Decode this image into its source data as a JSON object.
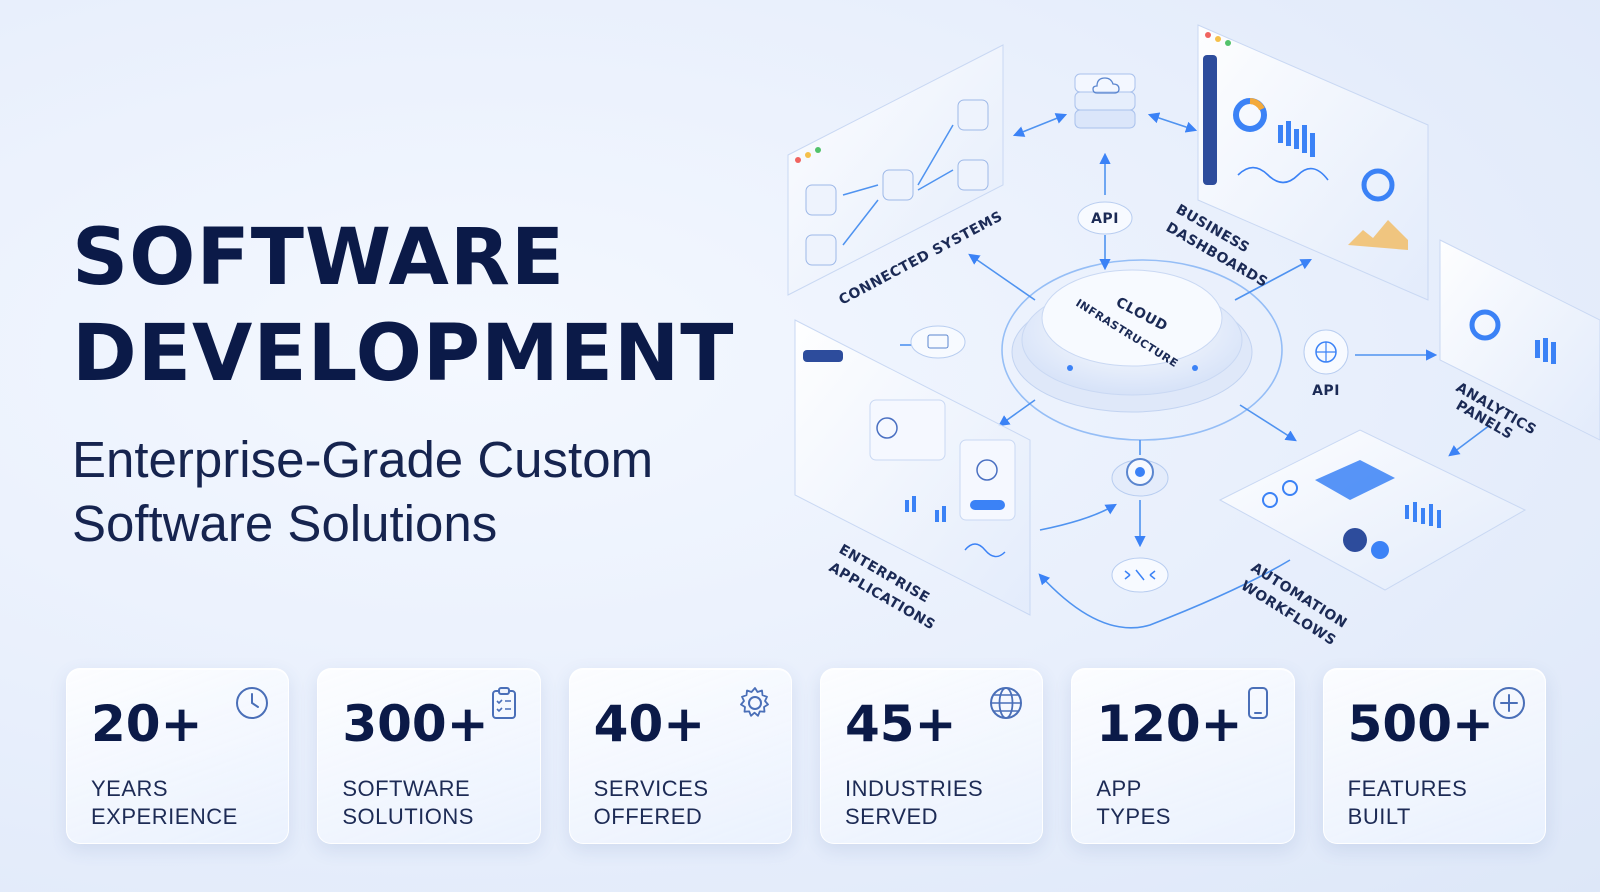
{
  "hero": {
    "title_line1": "SOFTWARE",
    "title_line2": "DEVELOPMENT",
    "subtitle_line1": "Enterprise-Grade Custom",
    "subtitle_line2": "Software Solutions"
  },
  "diagram": {
    "center_line1": "CLOUD",
    "center_line2": "INFRASTRUCTURE",
    "api_top": "API",
    "api_right": "API",
    "connected_systems": "CONNECTED SYSTEMS",
    "business_line1": "BUSINESS",
    "business_line2": "DASHBOARDS",
    "analytics_line1": "ANALYTICS",
    "analytics_line2": "PANELS",
    "enterprise_line1": "ENTERPRISE",
    "enterprise_line2": "APPLICATIONS",
    "automation_line1": "AUTOMATION",
    "automation_line2": "WORKFLOWS"
  },
  "stats": [
    {
      "value": "20+",
      "label": "YEARS\nEXPERIENCE",
      "icon": "clock-icon"
    },
    {
      "value": "300+",
      "label": "SOFTWARE\nSOLUTIONS",
      "icon": "clipboard-icon"
    },
    {
      "value": "40+",
      "label": "SERVICES\nOFFERED",
      "icon": "gear-icon"
    },
    {
      "value": "45+",
      "label": "INDUSTRIES\nSERVED",
      "icon": "globe-icon"
    },
    {
      "value": "120+",
      "label": "APP\nTYPES",
      "icon": "phone-icon"
    },
    {
      "value": "500+",
      "label": "FEATURES\nBUILT",
      "icon": "plus-circle-icon"
    }
  ],
  "colors": {
    "navy": "#0b1a48",
    "accent": "#3b82f6",
    "panel": "#f3f7ff"
  }
}
